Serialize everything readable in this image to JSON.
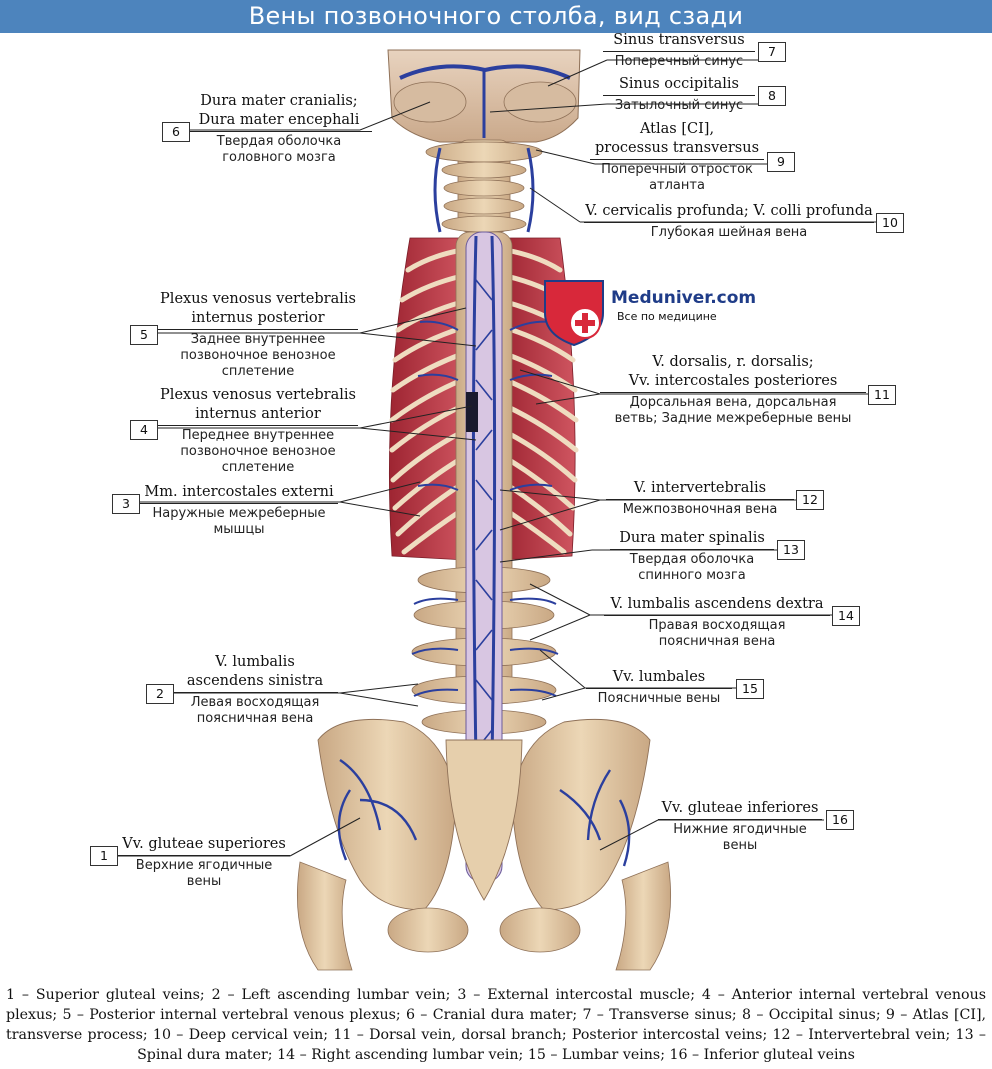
{
  "title": "Вены позвоночного столба, вид сзади",
  "logo": {
    "name": "Meduniver.com",
    "tagline": "Все по медицине"
  },
  "labels": {
    "l1": {
      "num": "1",
      "latin": [
        "Vv. gluteae superiores"
      ],
      "russian": [
        "Верхние ягодичные",
        "вены"
      ]
    },
    "l2": {
      "num": "2",
      "latin": [
        "V. lumbalis",
        "ascendens sinistra"
      ],
      "russian": [
        "Левая восходящая",
        "поясничная вена"
      ]
    },
    "l3": {
      "num": "3",
      "latin": [
        "Mm. intercostales externi"
      ],
      "russian": [
        "Наружные межреберные",
        "мышцы"
      ]
    },
    "l4": {
      "num": "4",
      "latin": [
        "Plexus venosus vertebralis",
        "internus anterior"
      ],
      "russian": [
        "Переднее внутреннее",
        "позвоночное венозное",
        "сплетение"
      ]
    },
    "l5": {
      "num": "5",
      "latin": [
        "Plexus venosus vertebralis",
        "internus posterior"
      ],
      "russian": [
        "Заднее внутреннее",
        "позвоночное венозное",
        "сплетение"
      ]
    },
    "l6": {
      "num": "6",
      "latin": [
        "Dura mater cranialis;",
        "Dura mater encephali"
      ],
      "russian": [
        "Твердая оболочка",
        "головного мозга"
      ]
    },
    "l7": {
      "num": "7",
      "latin": [
        "Sinus transversus"
      ],
      "russian": [
        "Поперечный синус"
      ]
    },
    "l8": {
      "num": "8",
      "latin": [
        "Sinus occipitalis"
      ],
      "russian": [
        "Затылочный синус"
      ]
    },
    "l9": {
      "num": "9",
      "latin": [
        "Atlas [CI],",
        "processus transversus"
      ],
      "russian": [
        "Поперечный отросток",
        "атланта"
      ]
    },
    "l10": {
      "num": "10",
      "latin": [
        "V. cervicalis profunda; V. colli profunda"
      ],
      "russian": [
        "Глубокая шейная вена"
      ]
    },
    "l11": {
      "num": "11",
      "latin": [
        "V. dorsalis, r. dorsalis;",
        "Vv. intercostales posteriores"
      ],
      "russian": [
        "Дорсальная вена, дорсальная",
        "ветвь; Задние межреберные вены"
      ]
    },
    "l12": {
      "num": "12",
      "latin": [
        "V. intervertebralis"
      ],
      "russian": [
        "Межпозвоночная вена"
      ]
    },
    "l13": {
      "num": "13",
      "latin": [
        "Dura mater spinalis"
      ],
      "russian": [
        "Твердая оболочка",
        "спинного мозга"
      ]
    },
    "l14": {
      "num": "14",
      "latin": [
        "V. lumbalis ascendens dextra"
      ],
      "russian": [
        "Правая восходящая",
        "поясничная вена"
      ]
    },
    "l15": {
      "num": "15",
      "latin": [
        "Vv. lumbales"
      ],
      "russian": [
        "Поясничные вены"
      ]
    },
    "l16": {
      "num": "16",
      "latin": [
        "Vv. gluteae inferiores"
      ],
      "russian": [
        "Нижние ягодичные",
        "вены"
      ]
    }
  },
  "caption": "1 – Superior gluteal veins; 2 – Left ascending lumbar vein; 3 – External intercostal muscle; 4 – Anterior internal vertebral venous plexus; 5 – Posterior internal vertebral venous plexus; 6 – Cranial dura mater; 7 – Transverse sinus; 8 – Occipital sinus; 9 – Atlas [CI], transverse process; 10 – Deep cervical vein; 11 – Dorsal vein, dorsal branch; Posterior intercostal veins; 12 – Intervertebral vein; 13 – Spinal dura mater; 14 – Right ascending lumbar vein; 15 – Lumbar veins; 16 – Inferior gluteal veins",
  "colors": {
    "header": "#4d84bd",
    "vein": "#2b3f9e",
    "muscle": "#b8343f",
    "bone": "#e3c9a2",
    "logo_red": "#d8283a",
    "logo_blue": "#1f3c88"
  }
}
